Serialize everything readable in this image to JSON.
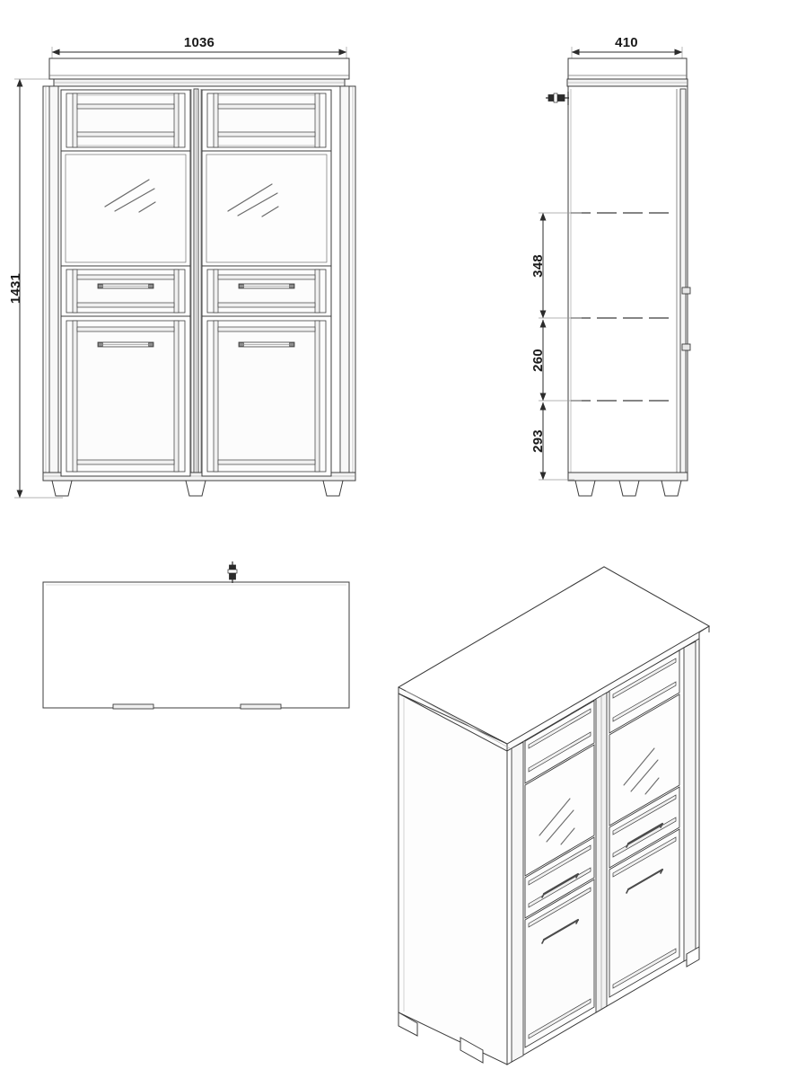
{
  "drawing": {
    "type": "technical-furniture-drawing",
    "object": "two-door glass display cabinet / highboard",
    "units": "mm",
    "line_color": "#3c3c3c",
    "fill_color": "#ffffff",
    "panel_tint": "#f7f7f7",
    "text_color": "#1a1a1a"
  },
  "views": {
    "front": {
      "name": "front-elevation",
      "dimensions": {
        "width": {
          "value": "1036",
          "label": "1036",
          "orientation": "horizontal",
          "position": "top"
        },
        "height": {
          "value": "1431",
          "label": "1431",
          "orientation": "vertical-rotated",
          "position": "left"
        }
      },
      "features": {
        "doors": 2,
        "glass_panels": 2,
        "top_fretwork_panels": 2,
        "drawers": 2,
        "lower_doors": 2,
        "handles": 4,
        "feet": 3,
        "cornice": true
      }
    },
    "side": {
      "name": "side-elevation",
      "dimensions": {
        "depth": {
          "value": "410",
          "label": "410",
          "orientation": "horizontal",
          "position": "top"
        },
        "shelf_gap_upper": {
          "value": "348",
          "label": "348",
          "orientation": "vertical-rotated"
        },
        "shelf_gap_middle": {
          "value": "260",
          "label": "260",
          "orientation": "vertical-rotated"
        },
        "shelf_gap_lower": {
          "value": "293",
          "label": "293",
          "orientation": "vertical-rotated"
        }
      },
      "features": {
        "shelves_dashed": 3,
        "wall_bracket": 1,
        "hinges": 2,
        "feet": 3
      }
    },
    "plan": {
      "name": "plan-top-view",
      "features": {
        "wall_bracket": 1,
        "front_edge_marks": 2
      }
    },
    "isometric": {
      "name": "isometric-3d-view",
      "features": {
        "doors": 2,
        "glass_panels": 2,
        "drawers": 2,
        "handles": 4,
        "feet": 2
      }
    }
  }
}
